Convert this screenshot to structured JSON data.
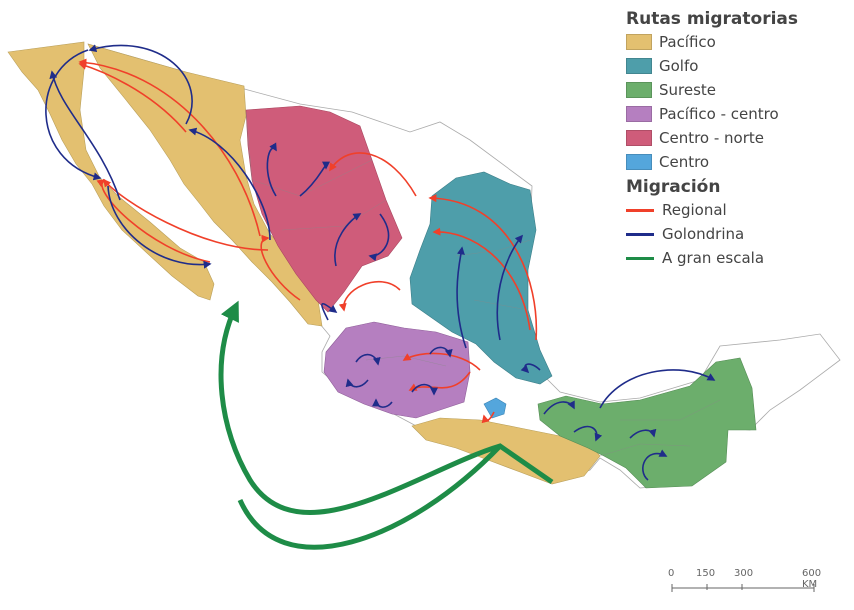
{
  "legend": {
    "routes_title": "Rutas migratorias",
    "routes": [
      {
        "label": "Pacífico",
        "color": "#E3C070"
      },
      {
        "label": "Golfo",
        "color": "#4E9EAA"
      },
      {
        "label": "Sureste",
        "color": "#6CAE6C"
      },
      {
        "label": "Pacífico - centro",
        "color": "#B57FC0"
      },
      {
        "label": "Centro - norte",
        "color": "#CF5C7A"
      },
      {
        "label": "Centro",
        "color": "#54A6DC"
      }
    ],
    "migration_title": "Migración",
    "migration": [
      {
        "label": "Regional",
        "color": "#F0402A"
      },
      {
        "label": "Golondrina",
        "color": "#1F2C8A"
      },
      {
        "label": "A gran escala",
        "color": "#1E8C47"
      }
    ]
  },
  "scale_bar": {
    "labels": [
      "0",
      "150",
      "300",
      "600 KM"
    ],
    "values": [
      0,
      150,
      300,
      600
    ]
  }
}
